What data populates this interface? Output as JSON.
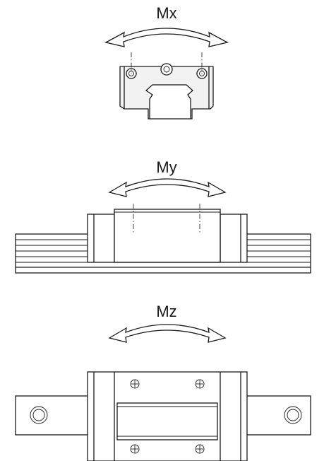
{
  "diagram": {
    "moments": [
      {
        "id": "mx",
        "label": "Mx"
      },
      {
        "id": "my",
        "label": "My"
      },
      {
        "id": "mz",
        "label": "Mz"
      }
    ]
  },
  "colors": {
    "line": "#1a1a1a",
    "background": "#ffffff"
  }
}
